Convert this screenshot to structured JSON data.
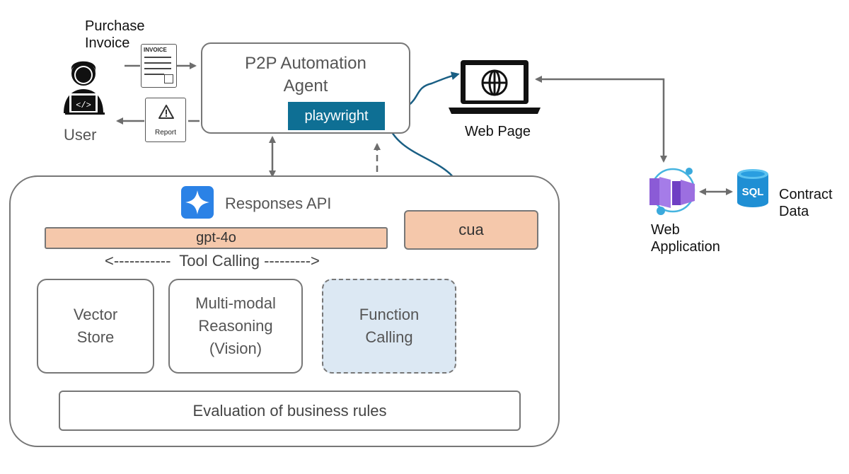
{
  "user": {
    "label": "User",
    "purchase_invoice_label_line1": "Purchase",
    "purchase_invoice_label_line2": "Invoice",
    "invoice_doc_title": "INVOICE",
    "report_doc_label": "Report"
  },
  "agent": {
    "title_line1": "P2P Automation",
    "title_line2": "Agent",
    "playwright_label": "playwright"
  },
  "web_page": {
    "label": "Web Page"
  },
  "web_application": {
    "label_line1": "Web",
    "label_line2": "Application"
  },
  "contract_data": {
    "label_line1": "Contract",
    "label_line2": "Data",
    "db_icon_text": "SQL"
  },
  "responses": {
    "title": "Responses API",
    "model_label": "gpt-4o",
    "cua_label": "cua",
    "tool_calling_label": "<-----------  Tool Calling --------->",
    "tools": [
      {
        "line1": "Vector",
        "line2": "Store"
      },
      {
        "line1": "Multi-modal",
        "line2": "Reasoning",
        "line3": "(Vision)"
      },
      {
        "line1": "Function",
        "line2": "Calling"
      }
    ],
    "evaluation_label": "Evaluation of business rules"
  },
  "colors": {
    "playwright_bg": "#0e6f94",
    "model_bg": "#f5c8ab",
    "function_bg": "#dce8f3",
    "box_border": "#777777",
    "arrow_blue": "#1a5f84",
    "azure_icon": "#2b82e6",
    "sql_icon": "#2196d8",
    "web_app_icon": "#8b5bd6"
  }
}
